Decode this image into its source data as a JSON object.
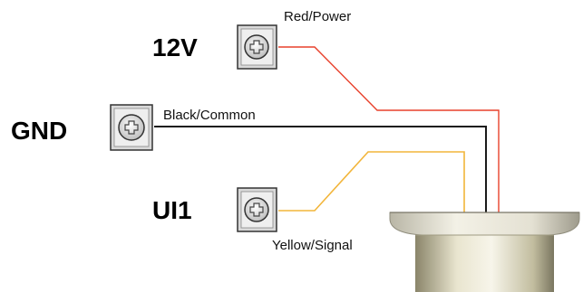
{
  "terminals": [
    {
      "id": "12v",
      "label": "12V"
    },
    {
      "id": "gnd",
      "label": "GND"
    },
    {
      "id": "ui1",
      "label": "UI1"
    }
  ],
  "wires": [
    {
      "id": "red",
      "label": "Red/Power",
      "color": "#e8412c"
    },
    {
      "id": "black",
      "label": "Black/Common",
      "color": "#1a1a1a"
    },
    {
      "id": "yellow",
      "label": "Yellow/Signal",
      "color": "#f2b53a"
    }
  ],
  "colors": {
    "terminal_body": "#d9d9d9",
    "terminal_border": "#333333",
    "sensor_cap": "#e8e6d9",
    "sensor_body": "#c9c4a6",
    "sensor_shadow": "#8a856a"
  },
  "icons": [
    "screw-terminal-icon",
    "sensor-icon"
  ]
}
